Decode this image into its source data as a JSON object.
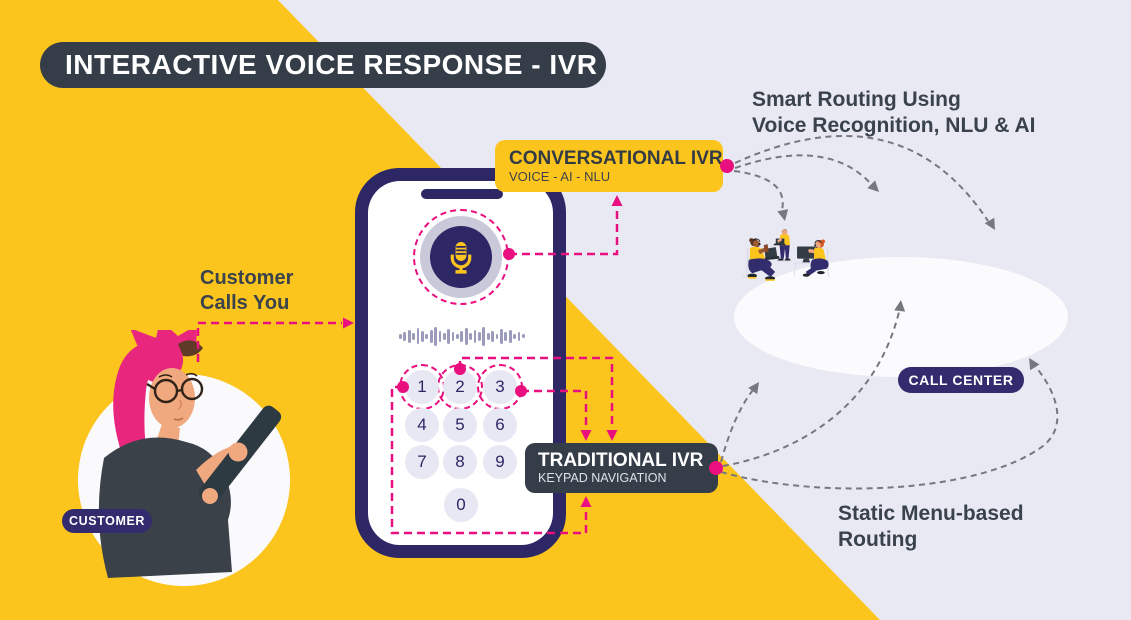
{
  "title": "INTERACTIVE VOICE RESPONSE - IVR",
  "customer": {
    "pill": "CUSTOMER",
    "caption_line1": "Customer",
    "caption_line2": "Calls You"
  },
  "phone": {
    "keypad_keys": [
      "1",
      "2",
      "3",
      "4",
      "5",
      "6",
      "7",
      "8",
      "9",
      "0"
    ],
    "highlighted_keys": [
      "1",
      "2",
      "3"
    ]
  },
  "conversational_ivr": {
    "title": "CONVERSATIONAL IVR",
    "subtitle": "VOICE - AI - NLU"
  },
  "traditional_ivr": {
    "title": "TRADITIONAL IVR",
    "subtitle": "KEYPAD NAVIGATION"
  },
  "smart_routing": {
    "line1": "Smart Routing Using",
    "line2": "Voice Recognition, NLU & AI"
  },
  "static_routing": {
    "line1": "Static Menu-based",
    "line2": "Routing"
  },
  "call_center": {
    "pill": "CALL CENTER"
  },
  "waveform_bars": [
    5,
    9,
    13,
    7,
    16,
    11,
    5,
    13,
    19,
    11,
    7,
    15,
    9,
    5,
    11,
    17,
    7,
    13,
    9,
    19,
    7,
    11,
    5,
    15,
    9,
    13,
    5,
    9,
    4
  ],
  "colors": {
    "accent_yellow": "#FCC51D",
    "background_lavender": "#E9E9F3",
    "dark_slate": "#353E48",
    "indigo": "#2D2865",
    "pill_indigo": "#322B6D",
    "magenta_dash": "#E90F7F",
    "gray_dash": "#75787E"
  }
}
